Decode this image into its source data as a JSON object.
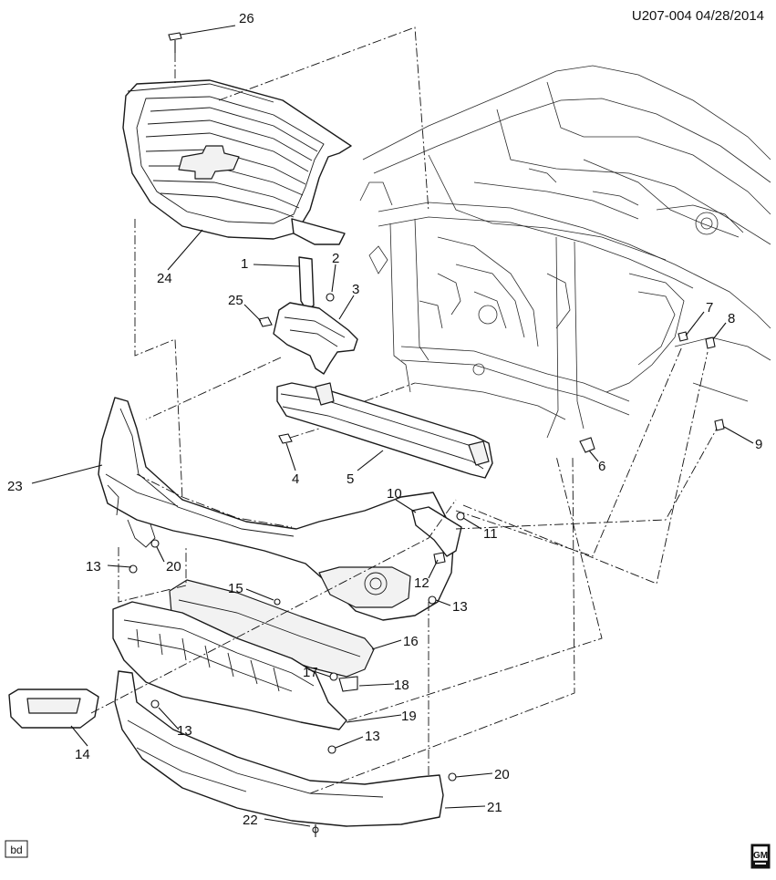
{
  "header": {
    "reference": "U207-004  04/28/2014"
  },
  "footer": {
    "view_tag": "bd",
    "brand": "GM"
  },
  "callouts": [
    {
      "id": "1"
    },
    {
      "id": "2"
    },
    {
      "id": "3"
    },
    {
      "id": "4"
    },
    {
      "id": "5"
    },
    {
      "id": "6"
    },
    {
      "id": "7"
    },
    {
      "id": "8"
    },
    {
      "id": "9"
    },
    {
      "id": "10"
    },
    {
      "id": "11"
    },
    {
      "id": "12"
    },
    {
      "id": "13a"
    },
    {
      "id": "13b"
    },
    {
      "id": "13c"
    },
    {
      "id": "13d"
    },
    {
      "id": "14"
    },
    {
      "id": "15"
    },
    {
      "id": "16"
    },
    {
      "id": "17"
    },
    {
      "id": "18"
    },
    {
      "id": "19"
    },
    {
      "id": "20a"
    },
    {
      "id": "20b"
    },
    {
      "id": "21"
    },
    {
      "id": "22"
    },
    {
      "id": "23"
    },
    {
      "id": "24"
    },
    {
      "id": "25"
    },
    {
      "id": "26"
    }
  ],
  "labels": {
    "1": "1",
    "2": "2",
    "3": "3",
    "4": "4",
    "5": "5",
    "6": "6",
    "7": "7",
    "8": "8",
    "9": "9",
    "10": "10",
    "11": "11",
    "12": "12",
    "13a": "13",
    "13b": "13",
    "13c": "13",
    "13d": "13",
    "14": "14",
    "15": "15",
    "16": "16",
    "17": "17",
    "18": "18",
    "19": "19",
    "20a": "20",
    "20b": "20",
    "21": "21",
    "22": "22",
    "23": "23",
    "24": "24",
    "25": "25",
    "26": "26"
  }
}
